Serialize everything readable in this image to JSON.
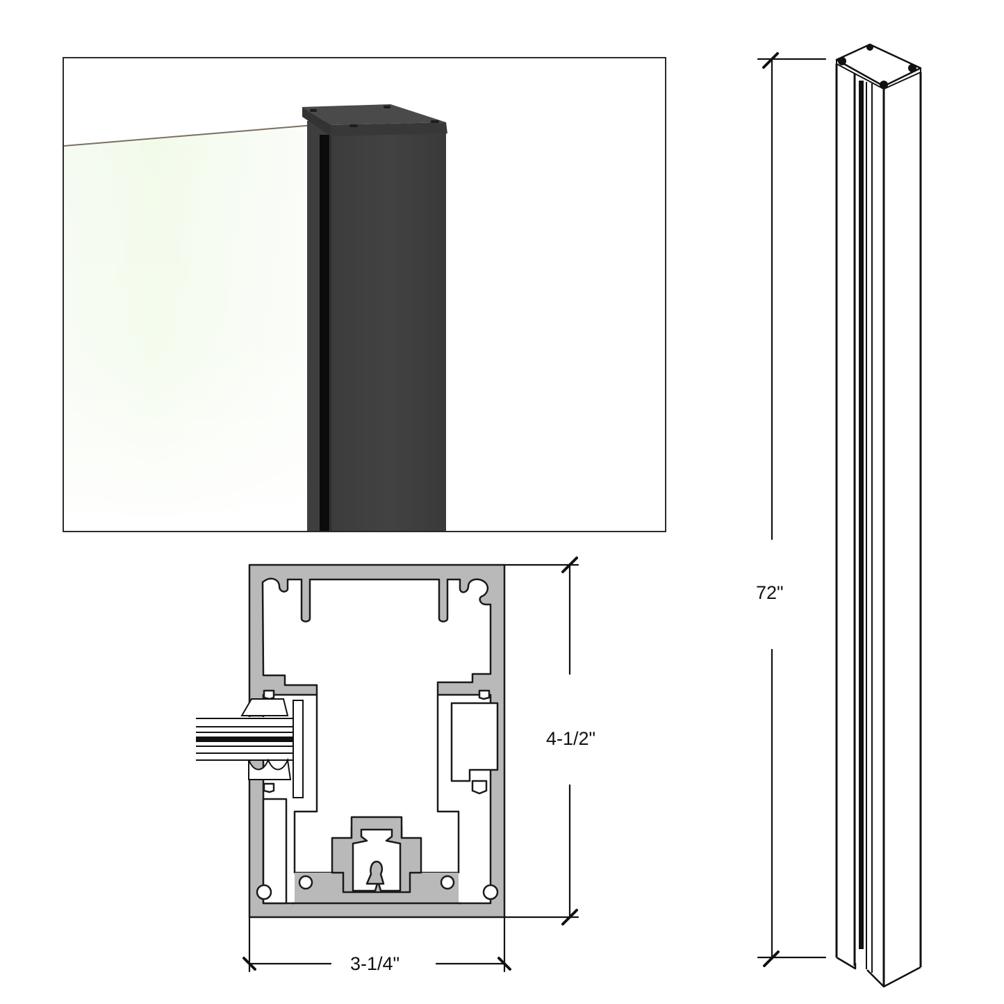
{
  "photo": {
    "description": "Black square post with glass panel",
    "post_color": "#3a3a3a",
    "post_slot_color": "#0c0c0c",
    "frame_color": "#2a2a2a",
    "glass_tint": "#f3fbef"
  },
  "section": {
    "description": "Cross-section profile",
    "fill_color": "#b9b9b9",
    "stroke_color": "#1a1a1a"
  },
  "dimensions": {
    "depth_label": "4-1/2\"",
    "width_label": "3-1/4\"",
    "height_label": "72\""
  },
  "isometric": {
    "description": "Full-height post isometric outline",
    "stroke_color": "#111111"
  }
}
